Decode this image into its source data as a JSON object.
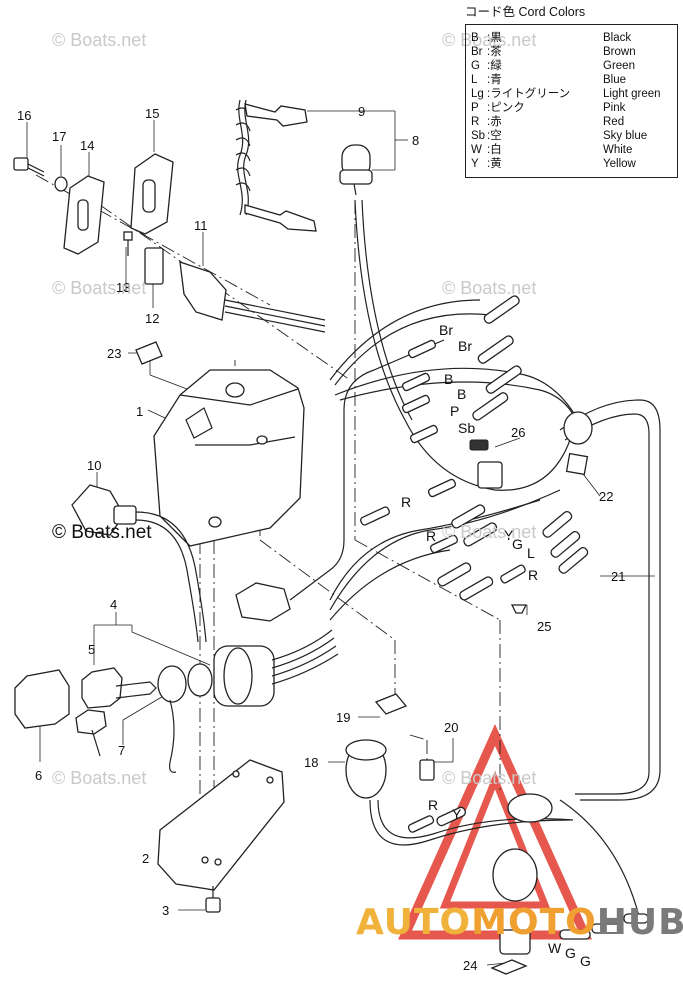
{
  "legend": {
    "title": "コード色 Cord Colors",
    "rows": [
      {
        "code": "B",
        "jp": ":黒",
        "en": "Black"
      },
      {
        "code": "Br",
        "jp": ":茶",
        "en": "Brown"
      },
      {
        "code": "G",
        "jp": ":緑",
        "en": "Green"
      },
      {
        "code": "L",
        "jp": ":青",
        "en": "Blue"
      },
      {
        "code": "Lg",
        "jp": ":ライトグリーン",
        "en": "Light green"
      },
      {
        "code": "P",
        "jp": ":ピンク",
        "en": "Pink"
      },
      {
        "code": "R",
        "jp": ":赤",
        "en": "Red"
      },
      {
        "code": "Sb",
        "jp": ":空",
        "en": "Sky blue"
      },
      {
        "code": "W",
        "jp": ":白",
        "en": "White"
      },
      {
        "code": "Y",
        "jp": ":黄",
        "en": "Yellow"
      }
    ]
  },
  "part_numbers": [
    "1",
    "2",
    "3",
    "4",
    "5",
    "6",
    "7",
    "8",
    "9",
    "10",
    "11",
    "12",
    "13",
    "14",
    "15",
    "16",
    "17",
    "18",
    "19",
    "20",
    "21",
    "22",
    "23",
    "24",
    "25",
    "26"
  ],
  "wire_labels": {
    "br_1": "Br",
    "br_2": "Br",
    "b_1": "B",
    "b_2": "B",
    "p": "P",
    "sb": "Sb",
    "r_1": "R",
    "r_2": "R",
    "r_3": "R",
    "r_4": "R",
    "y_1": "Y",
    "y_2": "Y",
    "g_1": "G",
    "l": "L",
    "w": "W",
    "g_2": "G",
    "g_3": "G"
  },
  "watermark": {
    "text": "© Boats.net",
    "text_dark": "© Boats.net"
  },
  "brand": {
    "part_a": "AUTO",
    "part_b": "MOTO",
    "part_c": "HUB"
  },
  "colors": {
    "line": "#222222",
    "watermark": "#c9c9c9",
    "brand_orange": "#f0a030",
    "brand_gray": "#7a7a7a",
    "brand_red": "#e23a2e"
  }
}
